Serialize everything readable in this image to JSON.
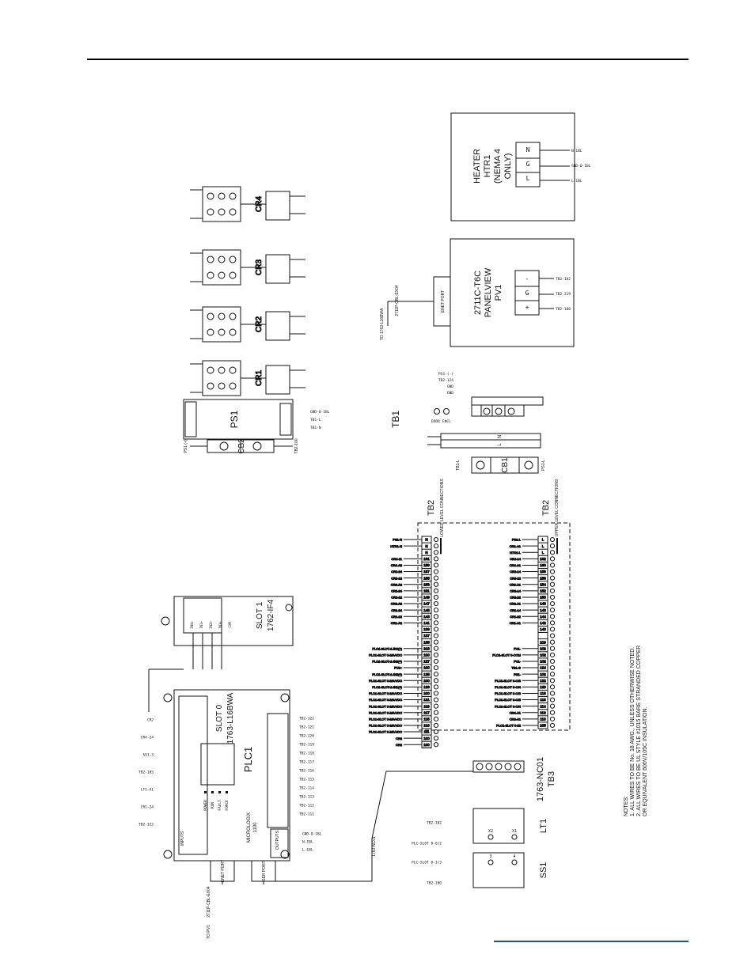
{
  "heater": {
    "title": "HEATER",
    "tag": "HTR1",
    "note1": "(NEMA 4",
    "note2": "ONLY)",
    "terms": [
      "N",
      "G",
      "L"
    ],
    "wires": [
      "N-1BL",
      "GND-0-1BL",
      "L-1BL"
    ]
  },
  "panelview": {
    "model": "2711C-T6C",
    "name": "PANELVIEW",
    "tag": "PV1",
    "port": "ENET PORT",
    "port_wire": "2711P-CBL-EX04",
    "port_dest": "TO 1763-L16BWA",
    "terms": [
      "-",
      "G",
      "+"
    ],
    "wires": [
      "TB2-102",
      "TB2-219",
      "TB2-100"
    ]
  },
  "relays": [
    {
      "tag": "CR4"
    },
    {
      "tag": "CR3"
    },
    {
      "tag": "CR2"
    },
    {
      "tag": "CR1"
    }
  ],
  "ps1": {
    "tag": "PS1",
    "wires": [
      "GND-0-1BL",
      "TB1-L",
      "TB1-N"
    ]
  },
  "cb2": {
    "tag": "CB2",
    "left_wire": "PS1 (+)",
    "right_wire": "TB2-100"
  },
  "tb1": {
    "tag": "TB1",
    "rows": [
      "PS1-(-)",
      "TB2-124",
      "GND",
      "GND"
    ],
    "notes": [
      "DOOR",
      "ENCL"
    ],
    "n_label": "N",
    "l_label": "L"
  },
  "cb1": {
    "tag": "CB1",
    "left": "TB1-L",
    "right": "PS1-L"
  },
  "tb2_lower": {
    "title": "TB2",
    "subtitle": "LOWER LEVEL CONNECTIONS",
    "terminals": [
      "N",
      "N",
      "N",
      "161",
      "159",
      "157",
      "155",
      "153",
      "151",
      "149",
      "147",
      "145",
      "143",
      "141",
      "139",
      "137",
      "135",
      "218",
      "100",
      "127",
      "100",
      "125",
      "100",
      "123",
      "100",
      "121",
      "119",
      "117",
      "115",
      "113",
      "111",
      "100",
      "100"
    ],
    "wires": [
      "PS1-N",
      "HTR1-N",
      "",
      "CR4-11",
      "CR4-A2",
      "CR3-24",
      "CR3-12",
      "CR3-A2",
      "CR2-24",
      "CR2-12",
      "CR2-A2",
      "CR1-24",
      "CR1-12",
      "CR1-A2",
      "",
      "",
      "",
      "PLC1-SLOT-1-IN4(+)",
      "PLC1-SLOT 0-MA/VDC",
      "PLC1-SLOT-1-IN3(+)",
      "PV1+",
      "PLC1-SLOT-1-IN2(+)",
      "PLC1-SLOT 0-MA/VDC",
      "PLC1-SLOT-1-IN1(+)",
      "PLC1-SLOT 0-MA/VDC",
      "PLC1-SLOT 0-MA/VDC",
      "PLC1-SLOT 0-MA/VDC",
      "PLC1-SLOT 0-MA/VDC",
      "PLC1-SLOT 0-MA/VDC",
      "PLC1-SLOT 0-MA/VDC",
      "PLC1-SLOT 0-MA/VDC",
      "CR2",
      "CR2"
    ]
  },
  "tb2_upper": {
    "title": "TB2",
    "subtitle": "UPPER LEVEL CONNECTIONS",
    "terminals": [
      "L",
      "L",
      "L",
      "162",
      "160",
      "158",
      "156",
      "154",
      "152",
      "150",
      "148",
      "146",
      "144",
      "142",
      "140",
      "",
      "219",
      "102",
      "102",
      "102",
      "124",
      "102",
      "122",
      "120",
      "118",
      "116",
      "114",
      "112",
      "110",
      "105"
    ],
    "wires": [
      "PS1-L",
      "CR1-A1",
      "HTR1-L",
      "CR4-14",
      "CR4-A1",
      "CR3-14",
      "CR3-22",
      "CR3-A1",
      "CR2-14",
      "CR2-22",
      "CR2-A1",
      "CR1-14",
      "CR1-22",
      "CR1-A1",
      "",
      "",
      "",
      "PV1-",
      "PLC1-SLOT 0-COM",
      "PV1-",
      "TB1-G",
      "PS1-",
      "PLC1-SLOT 0-O/3",
      "PLC1-SLOT 0-O/4",
      "PLC1-SLOT 0-O/3",
      "PLC1-SLOT 0-O/5",
      "PLC1-SLOT 0-O/4",
      "CR4-A1",
      "CR3-A1",
      "PLC1-SLOT 0-I/2"
    ]
  },
  "slot1": {
    "title": "SLOT 1",
    "model": "1762-IF4",
    "terms": [
      "IN0+",
      "IN1+",
      "IN2+",
      "IN3+",
      "COM"
    ]
  },
  "plc": {
    "slot": "SLOT 0",
    "model": "1763-L16BWA",
    "tag": "PLC1",
    "brand": "MICROLOGIX",
    "brand_model": "1100",
    "leds": [
      "POWER",
      "RUN",
      "FAULT",
      "FORCE"
    ],
    "enet_port": "ENET PORT",
    "ser_port": "SER PORT",
    "enet_wire": "2711P-CBL-EX04",
    "enet_dest": "TO PV1",
    "inputs_label": "INPUTS",
    "outputs_label": "OUTPUTS",
    "input_wires": [
      "CR2",
      "CR4-24",
      "SS1-3",
      "TB2-105",
      "LT1-X1",
      "CR1-24",
      "TB2-122"
    ],
    "output_wires": [
      "TB2-122",
      "TB2-121",
      "TB2-120",
      "TB2-119",
      "TB2-118",
      "TB2-117",
      "TB2-116",
      "TB2-115",
      "TB2-114",
      "TB2-113",
      "TB2-112",
      "TB2-111"
    ],
    "power_wires": [
      "GND-0-1BL",
      "N-1BL",
      "L-1BL"
    ],
    "ser_wire": "1763-NC01"
  },
  "tb3": {
    "model": "1763-NC01",
    "tag": "TB3"
  },
  "lt1": {
    "tag": "LT1",
    "terms": [
      "X2",
      "X1"
    ],
    "wires": [
      "TB2-102",
      "PLC-SLOT 0-O/2"
    ]
  },
  "ss1": {
    "tag": "SS1",
    "terms": [
      "3",
      "4"
    ],
    "wires": [
      "PLC-SLOT 0-I/3",
      "TB2-100"
    ]
  },
  "notes": {
    "title": "NOTES:",
    "lines": [
      "1. ALL WIRES TO BE No. 18 AWG., UNLESS OTHERWISE NOTED.",
      "2. ALL WIRES TO BE UL STYLE #1015 BARE STRANDED COPPER",
      "    OR EQUIVALENT 600V/105C INSULATION."
    ]
  }
}
